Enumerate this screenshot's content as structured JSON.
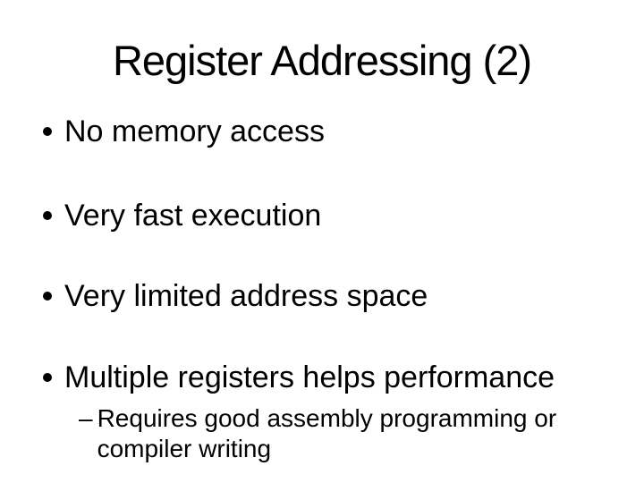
{
  "slide": {
    "title": "Register Addressing (2)",
    "bullets": [
      "No memory access",
      "Very fast execution",
      "Very limited address space",
      "Multiple registers helps performance"
    ],
    "sub_bullet": {
      "dash": "–",
      "lines": [
        "Requires good assembly programming or",
        "compiler writing"
      ]
    },
    "colors": {
      "background": "#ffffff",
      "text": "#000000"
    }
  }
}
